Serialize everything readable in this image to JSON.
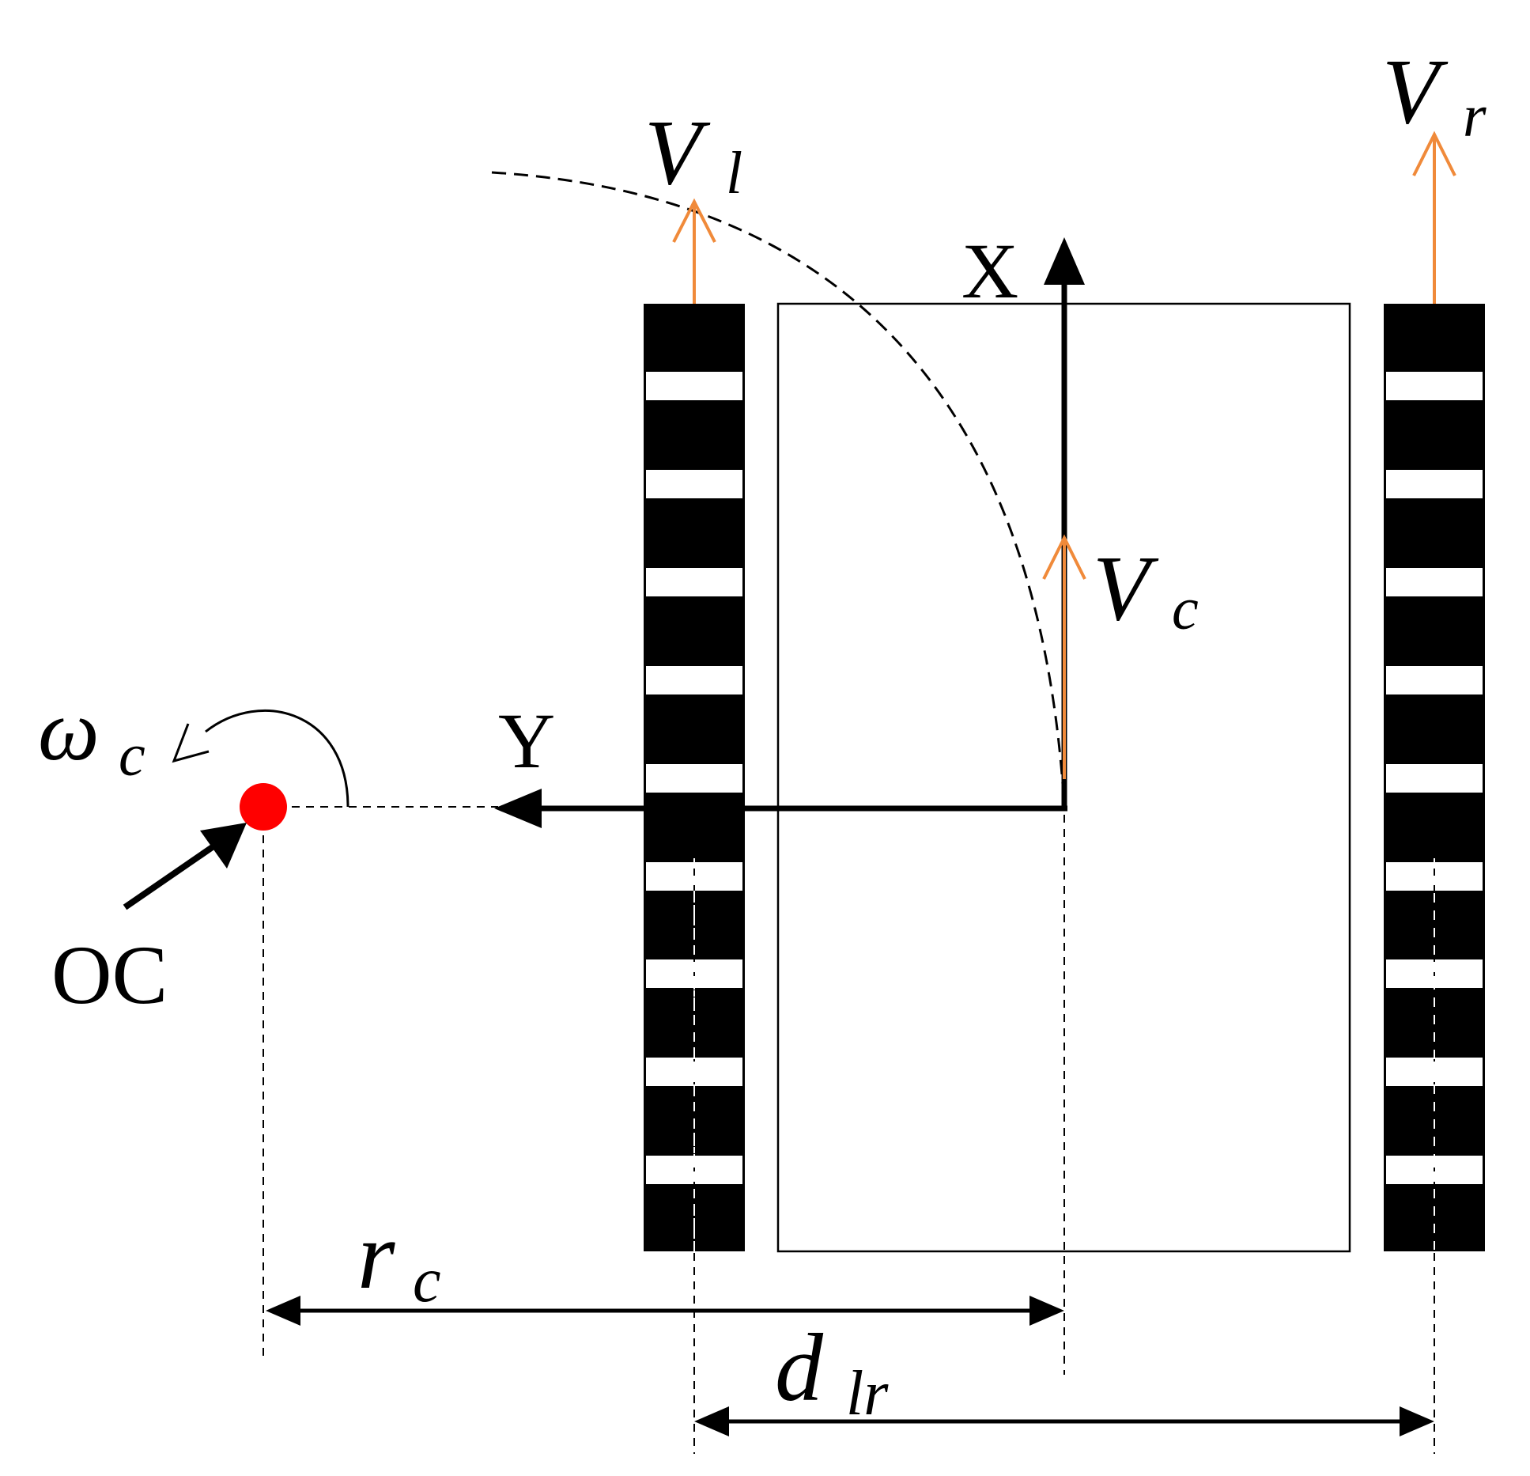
{
  "labels": {
    "v_left_main": "V",
    "v_left_sub": "l",
    "v_right_main": "V",
    "v_right_sub": "r",
    "v_center_main": "V",
    "v_center_sub": "c",
    "x_axis": "X",
    "y_axis": "Y",
    "omega_main": "ω",
    "omega_sub": "c",
    "oc": "OC",
    "r_main": "r",
    "r_sub": "c",
    "d_main": "d",
    "d_sub": "lr"
  },
  "colors": {
    "velocity_arrow": "#f08a3a",
    "center_point": "#ff0000",
    "track": "#000000",
    "ink": "#000000"
  }
}
